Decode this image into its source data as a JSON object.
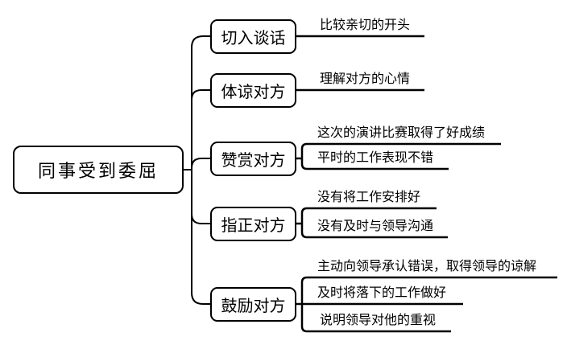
{
  "diagram": {
    "type": "mindmap",
    "colors": {
      "line": "#000000",
      "background": "#ffffff",
      "text": "#000000"
    },
    "root": {
      "label": "同事受到委屈"
    },
    "branches": [
      {
        "label": "切入谈话",
        "leaves": [
          "比较亲切的开头"
        ]
      },
      {
        "label": "体谅对方",
        "leaves": [
          "理解对方的心情"
        ]
      },
      {
        "label": "赞赏对方",
        "leaves": [
          "这次的演讲比赛取得了好成绩",
          "平时的工作表现不错"
        ]
      },
      {
        "label": "指正对方",
        "leaves": [
          "没有将工作安排好",
          "没有及时与领导沟通"
        ]
      },
      {
        "label": "鼓励对方",
        "leaves": [
          "主动向领导承认错误，取得领导的谅解",
          "及时将落下的工作做好",
          "说明领导对他的重视"
        ]
      }
    ]
  }
}
